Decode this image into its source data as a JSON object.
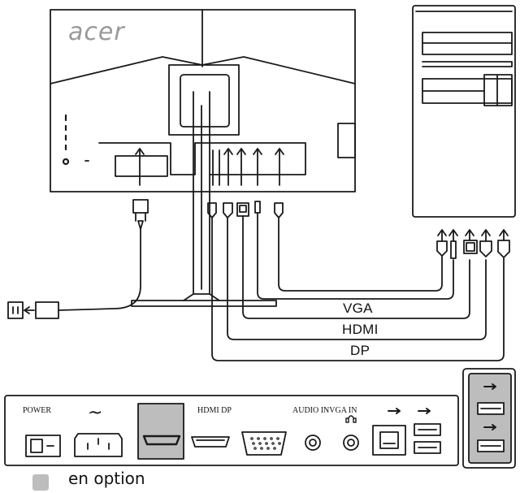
{
  "monitor": {
    "brand_logo": "acer"
  },
  "cables": {
    "vga": "VGA",
    "hdmi": "HDMI",
    "dp": "DP"
  },
  "io_panel": {
    "power": "POWER",
    "ac_symbol": "~",
    "hdmi_dp": "HDMI DP",
    "audio_vga": "AUDIO INVGA IN"
  },
  "legend": {
    "text": "en option",
    "swatch_color": "#bdbdbd"
  },
  "colors": {
    "line": "#1a1a1a",
    "optional_fill": "#bdbdbd",
    "background": "#ffffff"
  }
}
